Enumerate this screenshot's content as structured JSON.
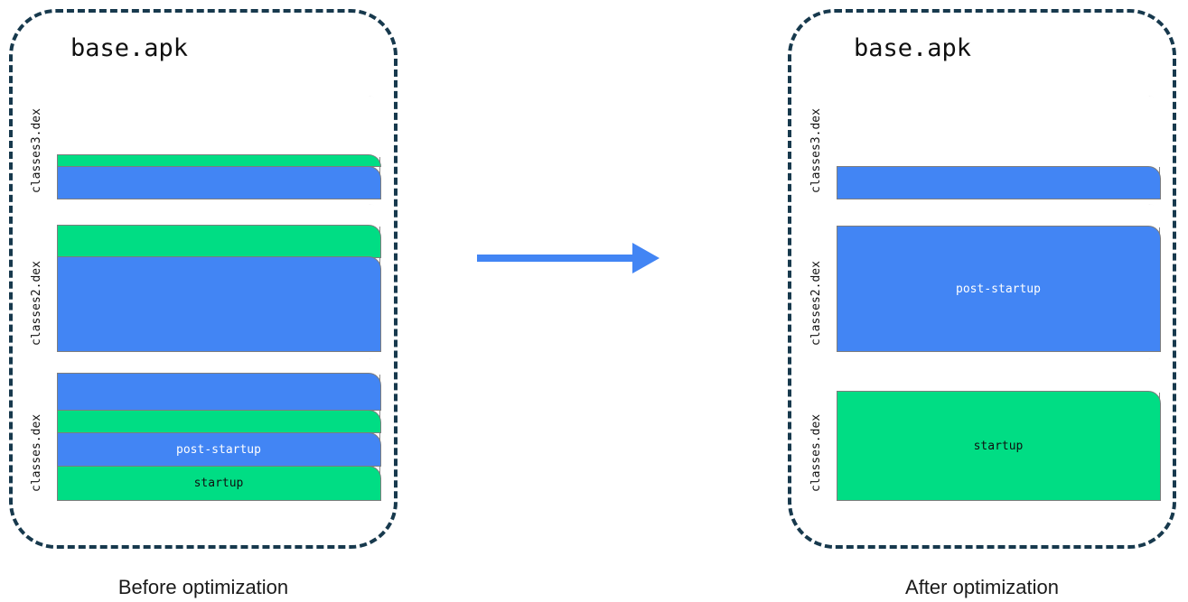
{
  "diagram": {
    "title_left": "Before optimization",
    "title_right": "After optimization",
    "colors": {
      "startup": "#00dd84",
      "post_startup": "#4285f4",
      "unused": "#ffffff",
      "panel_border": "#17394d",
      "box_border": "#8a8a8a",
      "arrow": "#4285f4"
    },
    "arrow": {
      "name": "right-arrow",
      "direction": "right"
    }
  },
  "panels": [
    {
      "id": "before",
      "apk_name": "base.apk",
      "caption": "Before optimization",
      "dex_files": [
        {
          "label": "classes3.dex",
          "segments": [
            {
              "kind": "unused",
              "label": "",
              "height_pct": 60.2
            },
            {
              "kind": "startup",
              "label": "",
              "height_pct": 11.1
            },
            {
              "kind": "post-startup",
              "label": "",
              "height_pct": 31.5
            }
          ]
        },
        {
          "label": "classes2.dex",
          "segments": [
            {
              "kind": "unused",
              "label": "",
              "height_pct": 13.6
            },
            {
              "kind": "startup",
              "label": "",
              "height_pct": 21.6
            },
            {
              "kind": "post-startup",
              "label": "",
              "height_pct": 63.6
            }
          ]
        },
        {
          "label": "classes.dex",
          "segments": [
            {
              "kind": "unused",
              "label": "",
              "height_pct": 9.5
            },
            {
              "kind": "post-startup",
              "label": "",
              "height_pct": 25.9
            },
            {
              "kind": "startup",
              "label": "",
              "height_pct": 15.2
            },
            {
              "kind": "post-startup",
              "label": "post-startup",
              "height_pct": 22.2
            },
            {
              "kind": "startup",
              "label": "startup",
              "height_pct": 22.8
            }
          ]
        }
      ]
    },
    {
      "id": "after",
      "apk_name": "base.apk",
      "caption": "After optimization",
      "dex_files": [
        {
          "label": "classes3.dex",
          "segments": [
            {
              "kind": "unused",
              "label": "",
              "height_pct": 68.5
            },
            {
              "kind": "post-startup",
              "label": "",
              "height_pct": 31.5
            }
          ]
        },
        {
          "label": "classes2.dex",
          "segments": [
            {
              "kind": "unused",
              "label": "",
              "height_pct": 14.2
            },
            {
              "kind": "post-startup",
              "label": "post-startup",
              "height_pct": 85.8
            }
          ]
        },
        {
          "label": "classes.dex",
          "segments": [
            {
              "kind": "unused",
              "label": "",
              "height_pct": 22.2
            },
            {
              "kind": "startup",
              "label": "startup",
              "height_pct": 77.8
            }
          ]
        }
      ]
    }
  ]
}
